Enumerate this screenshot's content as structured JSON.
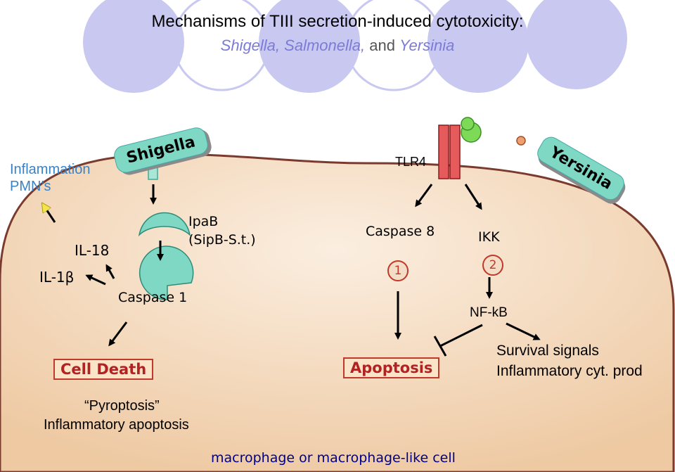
{
  "title": {
    "line1": "Mechanisms of TIII secretion-induced cytotoxicity:",
    "line2_shigella": "Shigella,",
    "line2_salmonella": "Salmonella,",
    "line2_and": "and",
    "line2_yersinia": "Yersinia"
  },
  "left": {
    "inflammation": "Inflammation",
    "pmns": "PMN’s",
    "il18": "IL-18",
    "il1b": "IL-1β",
    "ipab": "IpaB",
    "sipb": "(SipB-S.t.)",
    "caspase1": "Caspase 1",
    "cell_death": "Cell Death",
    "pyroptosis": "“Pyroptosis”",
    "inflammatory_apoptosis": "Inflammatory apoptosis"
  },
  "pathogens": {
    "shigella": "Shigella",
    "yersinia": "Yersinia"
  },
  "right": {
    "tlr4": "TLR4",
    "caspase8": "Caspase 8",
    "ikk": "IKK",
    "num1": "1",
    "num2": "2",
    "nfkb": "NF-kB",
    "apoptosis": "Apoptosis",
    "survival": "Survival signals",
    "inflammatory_cyt": "Inflammatory cyt. prod"
  },
  "cell_caption": "macrophage or macrophage-like cell",
  "colors": {
    "cell_fill": "#f4d7b8",
    "bubble": "#c8c8f0",
    "pathogen": "#7fd8c4",
    "receptor": "#e55a5a",
    "box_border": "#c0392b",
    "title_italic": "#7b7bd8",
    "caption": "#00008b"
  }
}
